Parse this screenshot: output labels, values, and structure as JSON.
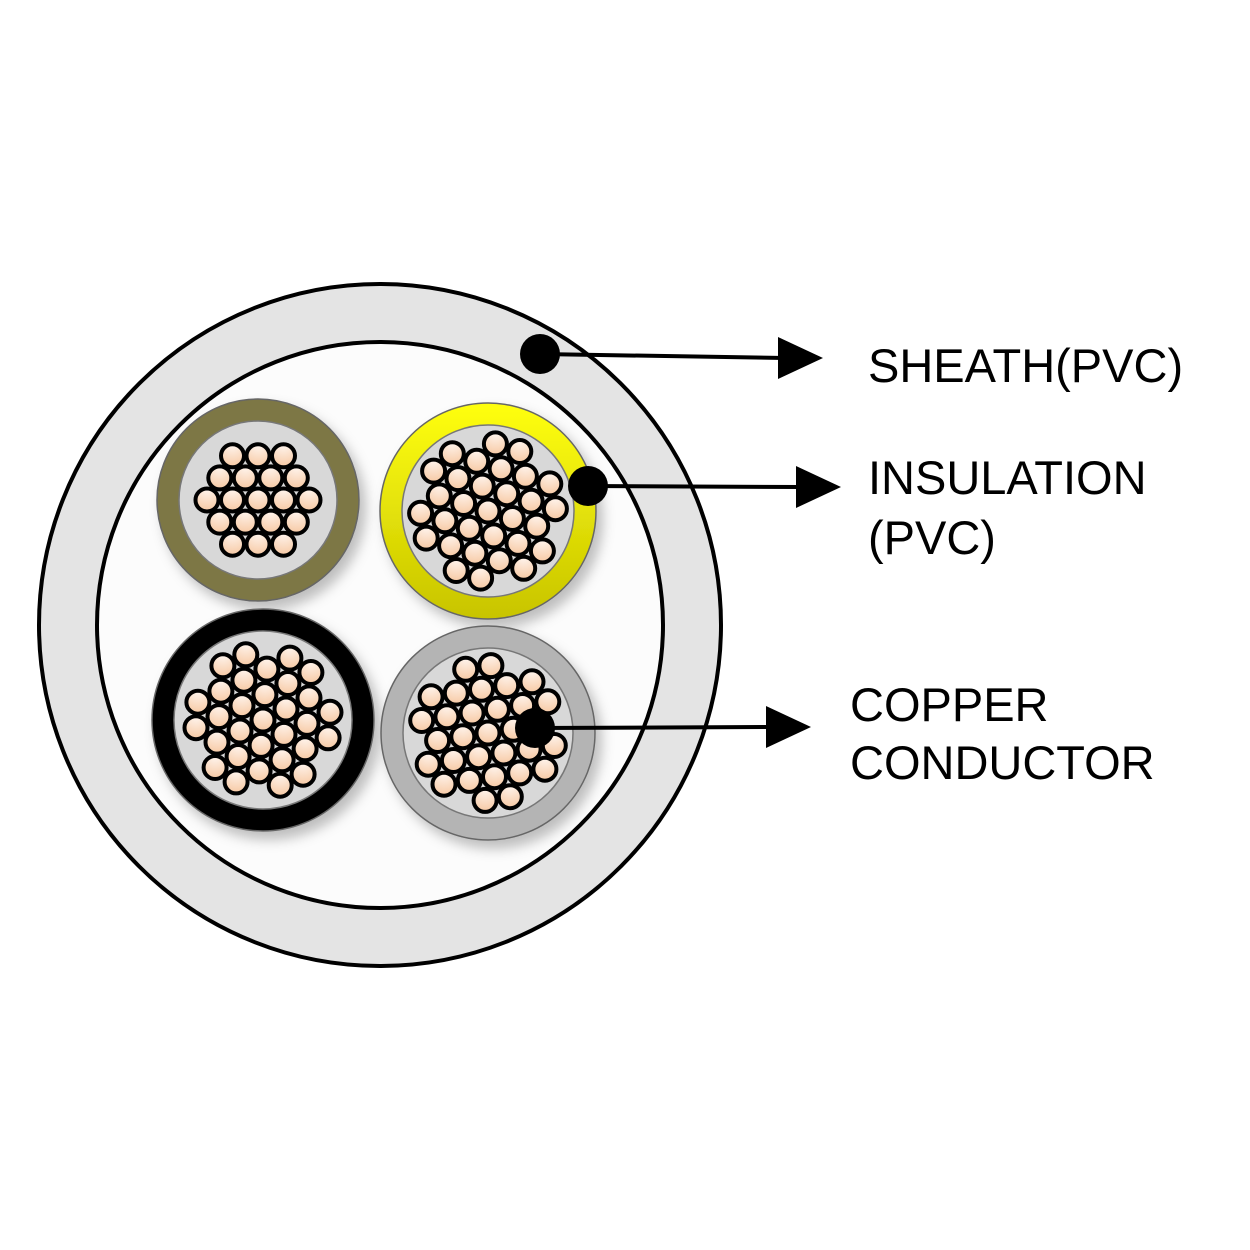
{
  "labels": {
    "sheath": "SHEATH(PVC)",
    "insulation_line1": "INSULATION",
    "insulation_line2": "(PVC)",
    "conductor_line1": "COPPER",
    "conductor_line2": "CONDUCTOR"
  },
  "colors": {
    "sheath": "#e4e4e4",
    "filler": "#ffffff",
    "strand_light": "#fff4ec",
    "strand_dark": "#f6c7a0",
    "cores": [
      "#7d7745",
      "#ffff00",
      "#000000",
      "#b4b4b4"
    ]
  }
}
